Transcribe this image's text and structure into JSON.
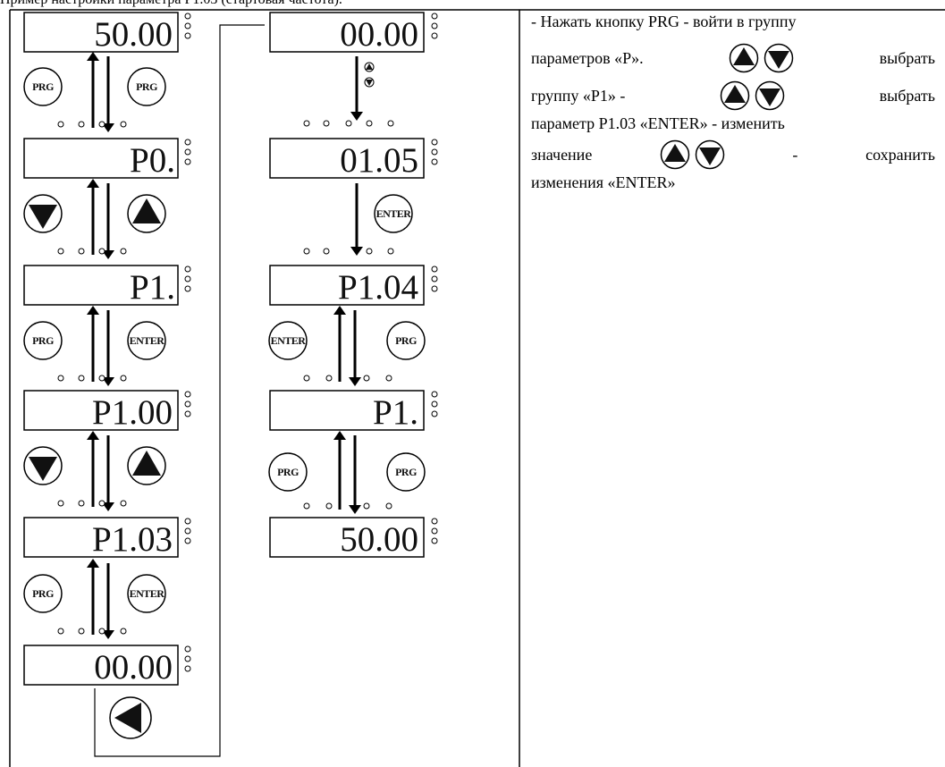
{
  "title": "Пример настройки параметра P1.03 (стартовая частота).",
  "displays": {
    "c1": [
      "50.00",
      "P0.",
      "P1.",
      "P1.00",
      "P1.03",
      "00.00"
    ],
    "c2": [
      "00.00",
      "01.05",
      "P1.04",
      "P1.",
      "50.00"
    ]
  },
  "buttons": {
    "prg": "PRG",
    "enter": "ENTER"
  },
  "instructions": {
    "line1": "- Нажать кнопку PRG - войти в группу",
    "line2_a": "параметров «P».",
    "line2_b": "выбрать",
    "line3_a": "группу «P1» -",
    "line3_b": "выбрать",
    "line4": "параметр P1.03 «ENTER» - изменить",
    "line5_a": "значение",
    "line5_b": "-",
    "line5_c": "сохранить",
    "line6": "изменения «ENTER»"
  },
  "icons": {
    "up": "up-triangle-icon",
    "down": "down-triangle-icon",
    "left": "left-triangle-icon"
  }
}
